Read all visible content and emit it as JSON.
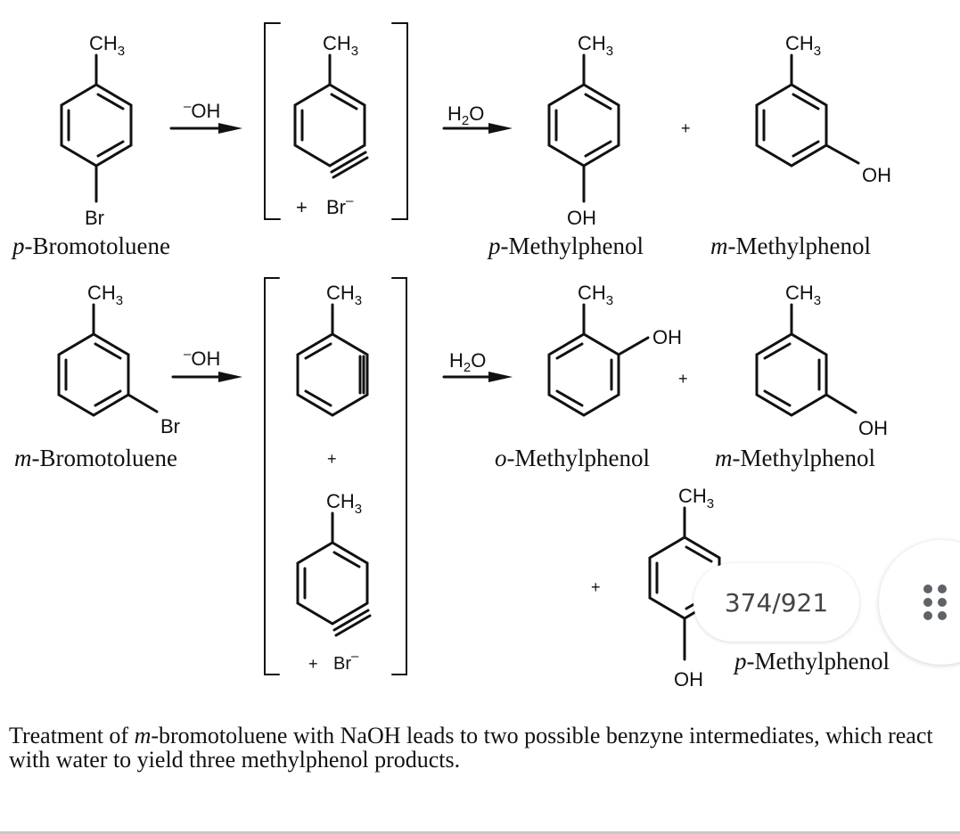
{
  "row1": {
    "reactant": {
      "substituent_top": "CH",
      "substituent_top_sub": "3",
      "substituent_bottom": "Br",
      "name_prefix": "p",
      "name_rest": "-Bromotoluene"
    },
    "reagent1": {
      "charge": "–",
      "text": "OH"
    },
    "intermediate": {
      "top": "CH",
      "top_sub": "3",
      "plus": "+",
      "byproduct": "Br",
      "byproduct_charge": "–"
    },
    "reagent2": {
      "text": "H",
      "sub": "2",
      "text2": "O"
    },
    "product1": {
      "top": "CH",
      "top_sub": "3",
      "bottom": "OH",
      "name_prefix": "p",
      "name_rest": "-Methylphenol"
    },
    "plus": "+",
    "product2": {
      "top": "CH",
      "top_sub": "3",
      "oh": "OH",
      "name_prefix": "m",
      "name_rest": "-Methylphenol"
    }
  },
  "row2": {
    "reactant": {
      "substituent_top": "CH",
      "substituent_top_sub": "3",
      "substituent_br": "Br",
      "name_prefix": "m",
      "name_rest": "-Bromotoluene"
    },
    "reagent1": {
      "charge": "–",
      "text": "OH"
    },
    "intermediate_a": {
      "top": "CH",
      "top_sub": "3"
    },
    "intermediate_plus": "+",
    "intermediate_b": {
      "top": "CH",
      "top_sub": "3",
      "plus": "+",
      "byproduct": "Br",
      "byproduct_charge": "–"
    },
    "reagent2": {
      "text": "H",
      "sub": "2",
      "text2": "O"
    },
    "product1": {
      "top": "CH",
      "top_sub": "3",
      "oh": "OH",
      "name_prefix": "o",
      "name_rest": "-Methylphenol"
    },
    "plus1": "+",
    "product2": {
      "top": "CH",
      "top_sub": "3",
      "oh": "OH",
      "name_prefix": "m",
      "name_rest": "-Methylphenol"
    },
    "plus2": "+",
    "product3": {
      "top": "CH",
      "top_sub": "3",
      "bottom": "OH",
      "name_prefix": "p",
      "name_rest": "-Methylphenol"
    }
  },
  "caption": {
    "part1": "Treatment of ",
    "italic": "m",
    "part2": "-bromotoluene with NaOH leads to two possible benzyne intermediates, which react with water to yield three methylphenol products."
  },
  "viewer": {
    "page_indicator": "374/921",
    "menu_icon": "grid-dots-icon"
  }
}
